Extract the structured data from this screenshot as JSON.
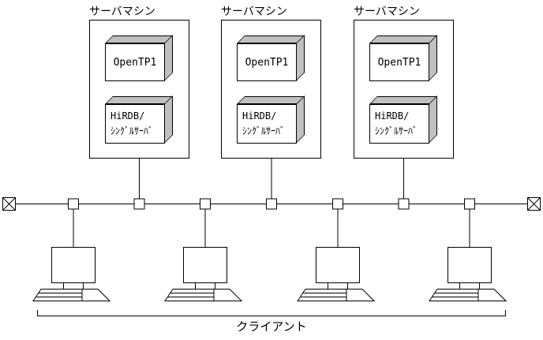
{
  "title": "OpenTP1 / HiRDB server-client network diagram",
  "colors": {
    "line": "#000000",
    "box_face_shade": "#c0c0c0",
    "background": "#ffffff"
  },
  "servers": [
    {
      "label": "サーバマシン",
      "software": [
        {
          "name": "OpenTP1"
        },
        {
          "name_line1": "HiRDB/",
          "name_line2": "ｼﾝｸﾞﾙｻｰﾊﾞ"
        }
      ]
    },
    {
      "label": "サーバマシン",
      "software": [
        {
          "name": "OpenTP1"
        },
        {
          "name_line1": "HiRDB/",
          "name_line2": "ｼﾝｸﾞﾙｻｰﾊﾞ"
        }
      ]
    },
    {
      "label": "サーバマシン",
      "software": [
        {
          "name": "OpenTP1"
        },
        {
          "name_line1": "HiRDB/",
          "name_line2": "ｼﾝｸﾞﾙｻｰﾊﾞ"
        }
      ]
    }
  ],
  "network": {
    "bus_terminator_count": 2,
    "bus_tap_count": 7
  },
  "clients": {
    "count": 4,
    "group_label": "クライアント"
  }
}
